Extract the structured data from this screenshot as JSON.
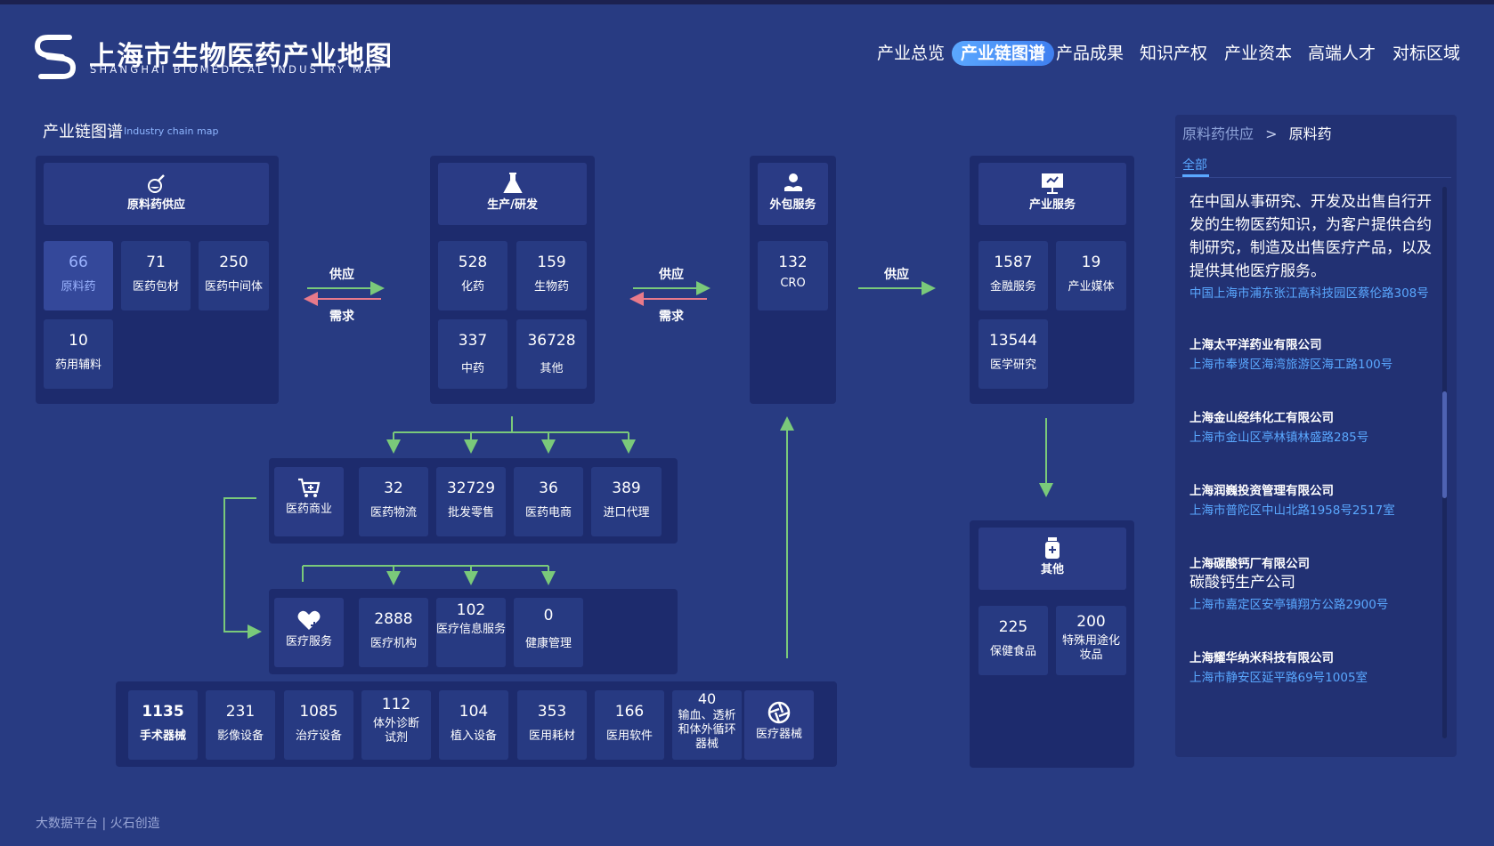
{
  "app": {
    "title": "上海市生物医药产业地图",
    "subtitle": "SHANGHAI BIOMEDICAL INDUSTRY MAP"
  },
  "nav": [
    {
      "label": "产业总览",
      "active": false
    },
    {
      "label": "产业链图谱",
      "active": true
    },
    {
      "label": "产品成果",
      "active": false
    },
    {
      "label": "知识产权",
      "active": false
    },
    {
      "label": "产业资本",
      "active": false
    },
    {
      "label": "高端人才",
      "active": false
    },
    {
      "label": "对标区域",
      "active": false
    }
  ],
  "section": {
    "title": "产业链图谱",
    "subtitle": "Industry chain map"
  },
  "groups": {
    "raw": {
      "title": "原料药供应",
      "icon": "flask-icon",
      "cells": [
        {
          "count": "66",
          "label": "原料药"
        },
        {
          "count": "71",
          "label": "医药包材"
        },
        {
          "count": "250",
          "label": "医药中间体"
        },
        {
          "count": "10",
          "label": "药用辅料"
        }
      ]
    },
    "prod": {
      "title": "生产/研发",
      "icon": "beaker-icon",
      "cells": [
        {
          "count": "528",
          "label": "化药"
        },
        {
          "count": "159",
          "label": "生物药"
        },
        {
          "count": "337",
          "label": "中药"
        },
        {
          "count": "36728",
          "label": "其他"
        }
      ]
    },
    "outsource": {
      "title": "外包服务",
      "icon": "hand-drop-icon",
      "cells": [
        {
          "count": "132",
          "label": "CRO"
        }
      ]
    },
    "service": {
      "title": "产业服务",
      "icon": "presentation-icon",
      "cells": [
        {
          "count": "1587",
          "label": "金融服务"
        },
        {
          "count": "19",
          "label": "产业媒体"
        },
        {
          "count": "13544",
          "label": "医学研究"
        }
      ]
    },
    "commerce": {
      "title": "医药商业",
      "icon": "cart-icon",
      "cells": [
        {
          "count": "32",
          "label": "医药物流"
        },
        {
          "count": "32729",
          "label": "批发零售"
        },
        {
          "count": "36",
          "label": "医药电商"
        },
        {
          "count": "389",
          "label": "进口代理"
        }
      ]
    },
    "medical": {
      "title": "医疗服务",
      "icon": "heart-plus-icon",
      "cells": [
        {
          "count": "2888",
          "label": "医疗机构"
        },
        {
          "count": "102",
          "label": "医疗信息服务"
        },
        {
          "count": "0",
          "label": "健康管理"
        }
      ]
    },
    "device": {
      "title": "医疗器械",
      "icon": "aperture-icon",
      "cells": [
        {
          "count": "1135",
          "label": "手术器械"
        },
        {
          "count": "231",
          "label": "影像设备"
        },
        {
          "count": "1085",
          "label": "治疗设备"
        },
        {
          "count": "112",
          "label": "体外诊断试剂"
        },
        {
          "count": "104",
          "label": "植入设备"
        },
        {
          "count": "353",
          "label": "医用耗材"
        },
        {
          "count": "166",
          "label": "医用软件"
        },
        {
          "count": "40",
          "label": "输血、透析和体外循环器械"
        }
      ]
    },
    "other": {
      "title": "其他",
      "icon": "bottle-icon",
      "cells": [
        {
          "count": "225",
          "label": "保健食品"
        },
        {
          "count": "200",
          "label": "特殊用途化妆品"
        }
      ]
    }
  },
  "flows": {
    "supply": "供应",
    "demand": "需求"
  },
  "detail": {
    "crumb_parent": "原料药供应",
    "crumb_sep": ">",
    "crumb_current": "原料药",
    "tab_all": "全部",
    "items": [
      {
        "name": "",
        "desc": "在中国从事研究、开发及出售自行开发的生物医药知识，为客户提供合约制研究，制造及出售医疗产品，以及提供其他医疗服务。",
        "address": "中国上海市浦东张江高科技园区蔡伦路308号"
      },
      {
        "name": "上海太平洋药业有限公司",
        "desc": "",
        "address": "上海市奉贤区海湾旅游区海工路100号"
      },
      {
        "name": "上海金山经纬化工有限公司",
        "desc": "",
        "address": "上海市金山区亭林镇林盛路285号"
      },
      {
        "name": "上海润巍投资管理有限公司",
        "desc": "",
        "address": "上海市普陀区中山北路1958号2517室"
      },
      {
        "name": "上海碳酸钙厂有限公司",
        "desc": "碳酸钙生产公司",
        "address": "上海市嘉定区安亭镇翔方公路2900号"
      },
      {
        "name": "上海耀华纳米科技有限公司",
        "desc": "",
        "address": "上海市静安区延平路69号1005室"
      }
    ]
  },
  "footer": "大数据平台 | 火石创造",
  "colors": {
    "background": "#283b82",
    "panel": "#1d2b6d",
    "cell": "#273a82",
    "accent": "#5aa8ff",
    "supply_arrow": "#7ac97a",
    "demand_arrow": "#e87a8a"
  }
}
